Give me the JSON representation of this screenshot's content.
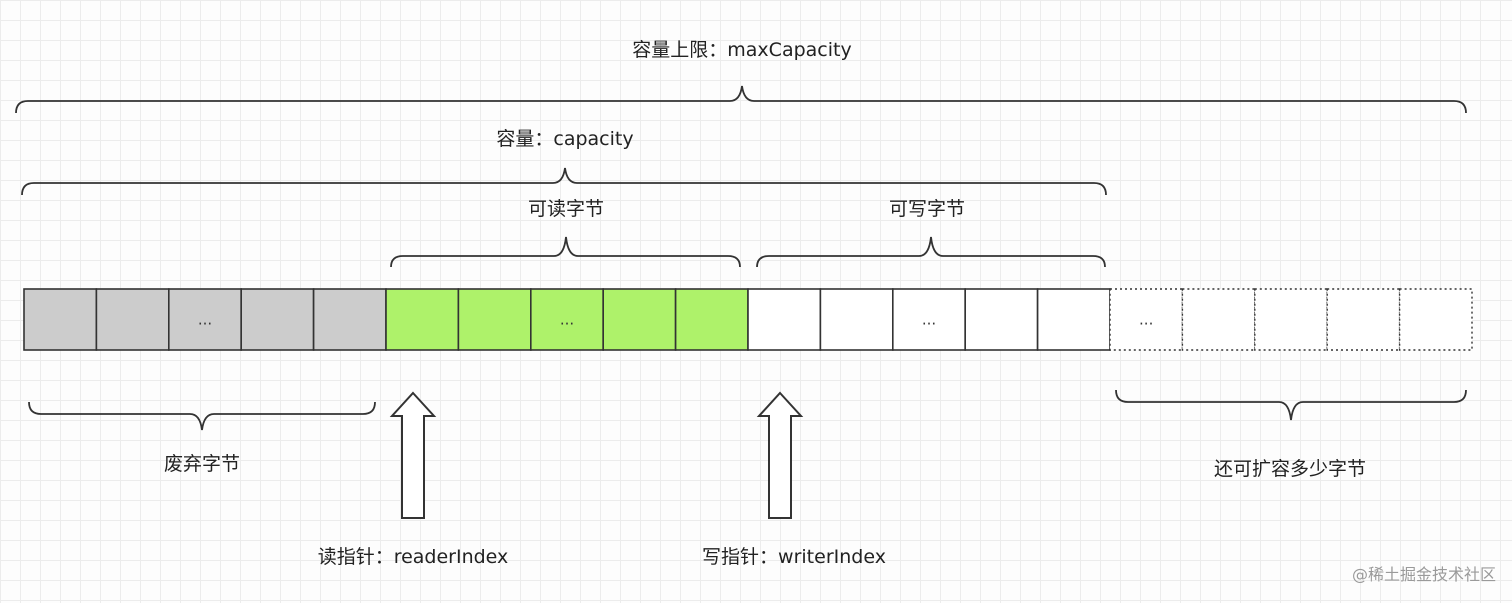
{
  "labels": {
    "max_capacity": "容量上限：maxCapacity",
    "capacity": "容量：capacity",
    "readable": "可读字节",
    "writable": "可写字节",
    "discarded": "废弃字节",
    "expandable": "还可扩容多少字节",
    "reader_index": "读指针：readerIndex",
    "writer_index": "写指针：writerIndex"
  },
  "segments": [
    {
      "name": "discarded",
      "cells": 5,
      "ellipsis_index": 2,
      "fill": "#cccccc",
      "border": "solid"
    },
    {
      "name": "readable",
      "cells": 5,
      "ellipsis_index": 2,
      "fill": "#aef26a",
      "border": "solid"
    },
    {
      "name": "writable",
      "cells": 5,
      "ellipsis_index": 2,
      "fill": "#ffffff",
      "border": "solid"
    },
    {
      "name": "expandable",
      "cells": 5,
      "ellipsis_index": 0,
      "fill": "#ffffff",
      "border": "dotted"
    }
  ],
  "ellipsis": "...",
  "watermark": "@稀土掘金技术社区"
}
